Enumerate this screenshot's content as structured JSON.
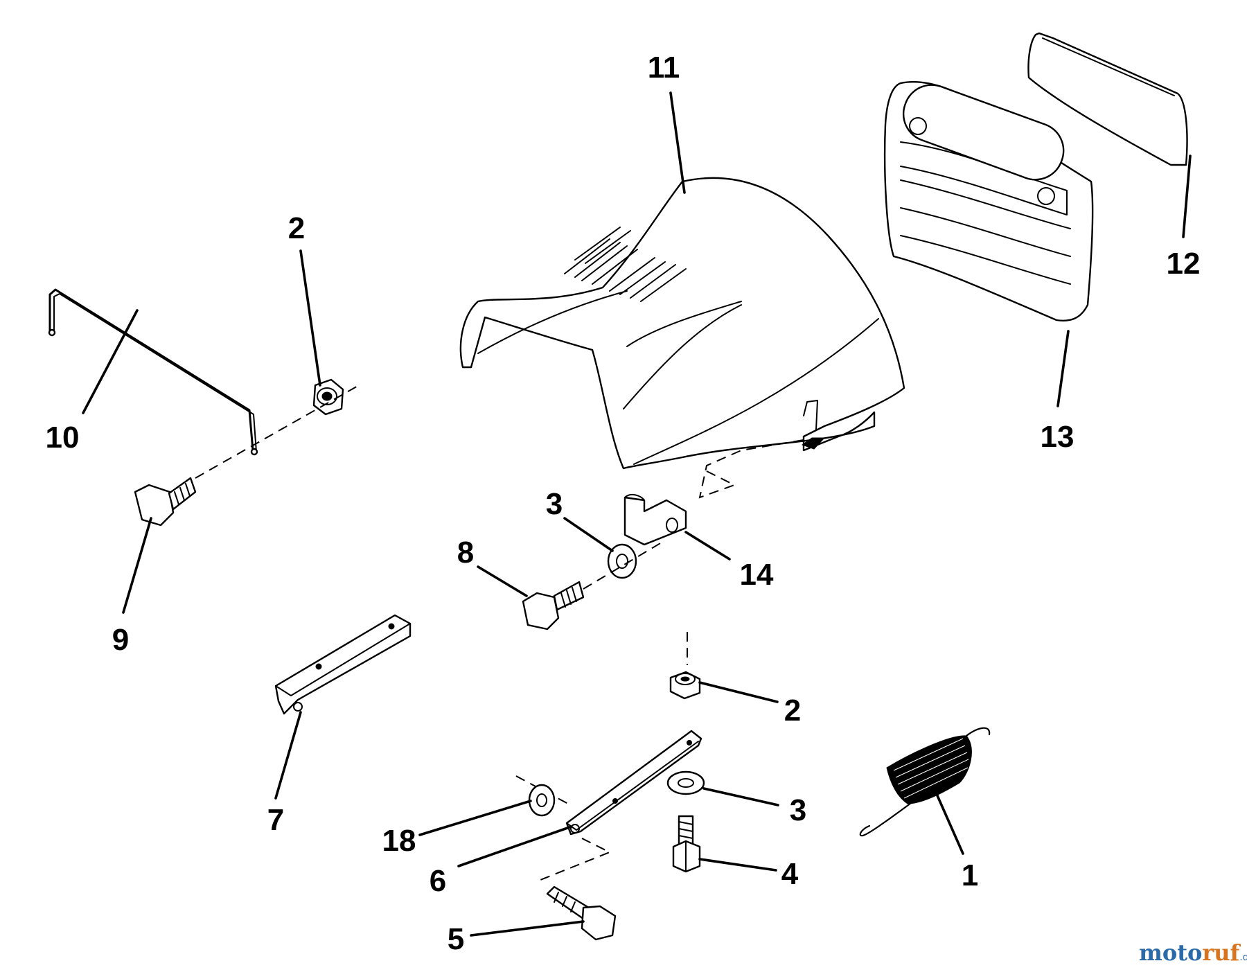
{
  "callouts": {
    "c1": "1",
    "c2a": "2",
    "c2b": "2",
    "c3a": "3",
    "c3b": "3",
    "c4": "4",
    "c5": "5",
    "c6": "6",
    "c7": "7",
    "c8": "8",
    "c9": "9",
    "c10": "10",
    "c11": "11",
    "c12": "12",
    "c13": "13",
    "c14": "14",
    "c18": "18"
  },
  "watermark": {
    "part1": "moto",
    "part2": "ruf",
    "suffix": ".de"
  },
  "colors": {
    "line": "#000000",
    "background": "#ffffff",
    "watermark_blue": "#2a6aa8",
    "watermark_orange": "#d8731e"
  }
}
